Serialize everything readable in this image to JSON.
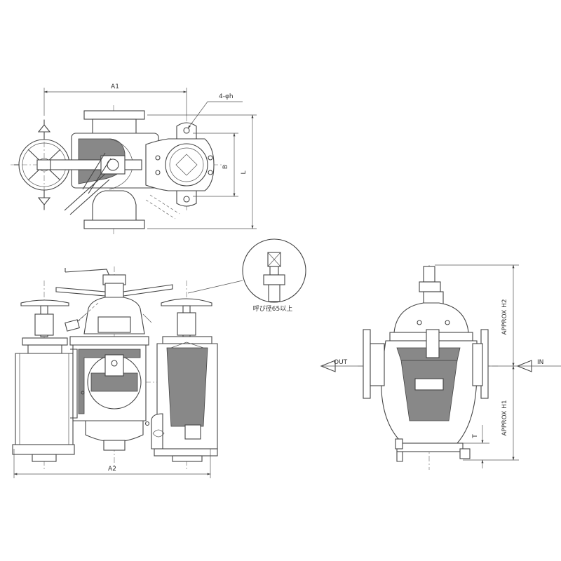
{
  "labels": {
    "a1": "A1",
    "holes": "4-φh",
    "b": "B",
    "l": "L",
    "detail_note": "呼び径65以上",
    "a2": "A2",
    "out": "OUT",
    "in": "IN",
    "h2": "APPROX H2",
    "h1": "APPROX H1",
    "t": "T"
  }
}
